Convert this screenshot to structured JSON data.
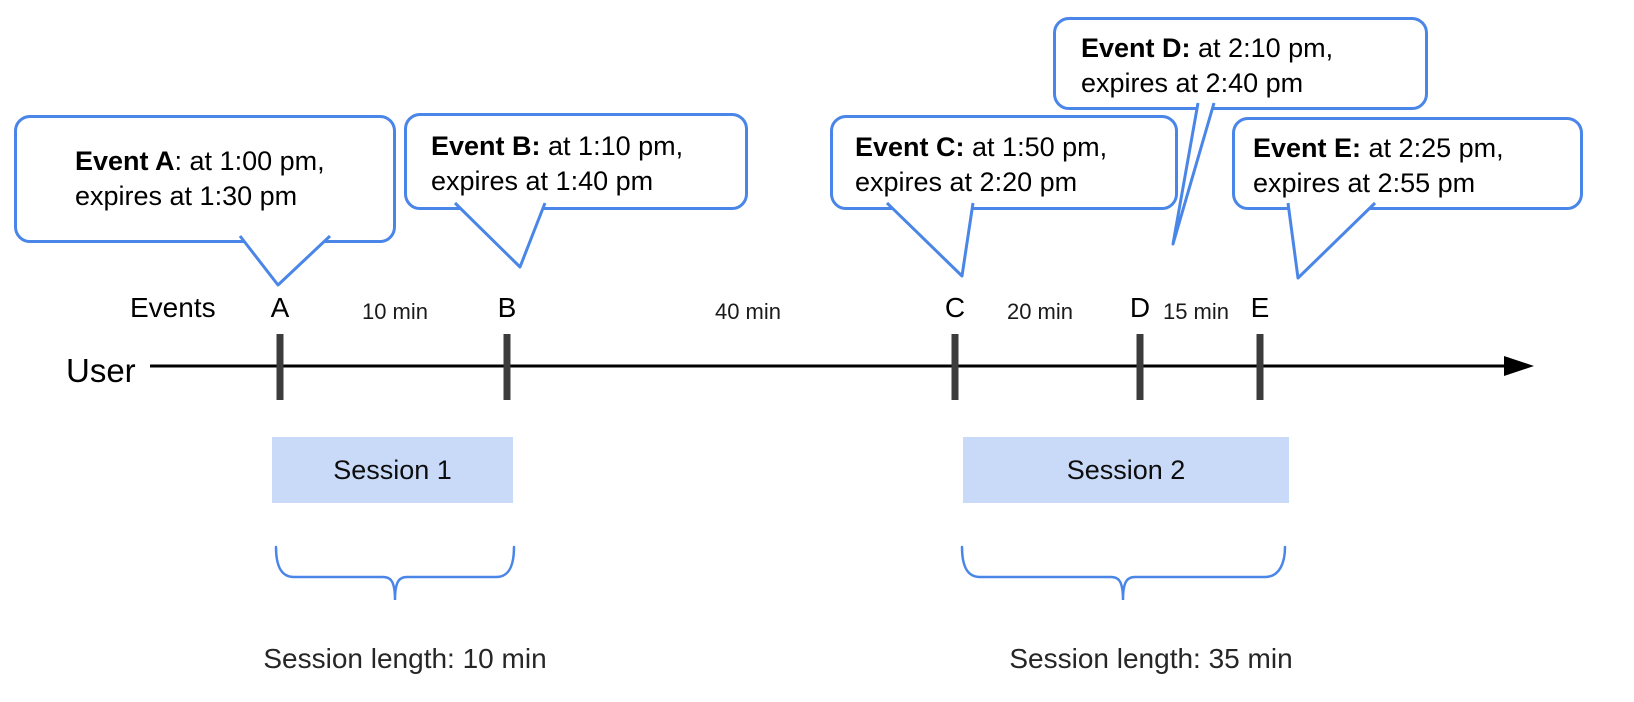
{
  "labels": {
    "events_axis": "Events",
    "user_axis": "User"
  },
  "events": [
    {
      "letter": "A",
      "callout_bold": "Event A",
      "callout_rest": ": at 1:00 pm,",
      "callout_line2": "expires at 1:30 pm",
      "time": "1:00 pm",
      "expires": "1:30 pm"
    },
    {
      "letter": "B",
      "callout_bold": "Event B:",
      "callout_rest": " at 1:10 pm,",
      "callout_line2": "expires at 1:40 pm",
      "time": "1:10 pm",
      "expires": "1:40 pm"
    },
    {
      "letter": "C",
      "callout_bold": "Event C:",
      "callout_rest": " at 1:50 pm,",
      "callout_line2": "expires at 2:20 pm",
      "time": "1:50 pm",
      "expires": "2:20 pm"
    },
    {
      "letter": "D",
      "callout_bold": "Event D:",
      "callout_rest": " at 2:10 pm,",
      "callout_line2": "expires at 2:40 pm",
      "time": "2:10 pm",
      "expires": "2:40 pm"
    },
    {
      "letter": "E",
      "callout_bold": "Event E:",
      "callout_rest": " at 2:25 pm,",
      "callout_line2": "expires at 2:55 pm",
      "time": "2:25 pm",
      "expires": "2:55 pm"
    }
  ],
  "intervals": [
    {
      "label": "10 min"
    },
    {
      "label": "40 min"
    },
    {
      "label": "20 min"
    },
    {
      "label": "15 min"
    }
  ],
  "sessions": [
    {
      "label": "Session 1",
      "length": "Session length: 10 min"
    },
    {
      "label": "Session 2",
      "length": "Session length: 35 min"
    }
  ],
  "colors": {
    "callout_border": "#4a86e8",
    "brace": "#4a86e8",
    "session_fill": "#c9daf8",
    "tick": "#3c3c3c",
    "timeline": "#000000"
  }
}
